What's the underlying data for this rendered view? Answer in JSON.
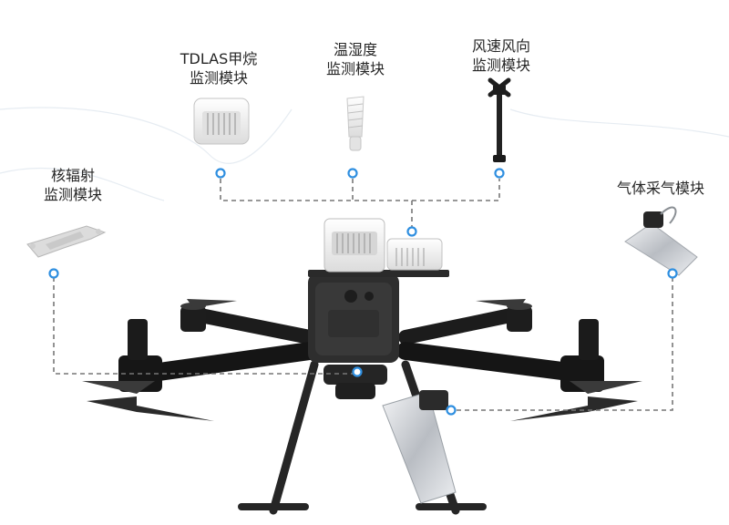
{
  "modules": [
    {
      "id": "tdlas",
      "line1": "TDLAS甲烷",
      "line2": "监测模块",
      "icon": "methane-sensor-icon"
    },
    {
      "id": "humidity",
      "line1": "温湿度",
      "line2": "监测模块",
      "icon": "thermo-hygrometer-icon"
    },
    {
      "id": "wind",
      "line1": "风速风向",
      "line2": "监测模块",
      "icon": "anemometer-icon"
    },
    {
      "id": "radiation",
      "line1": "核辐射",
      "line2": "监测模块",
      "icon": "radiation-sensor-icon"
    },
    {
      "id": "gas",
      "line1": "气体采气模块",
      "line2": "",
      "icon": "gas-sampling-bag-icon"
    }
  ],
  "colors": {
    "connector_line": "#777777",
    "connector_dot": "#2f8fe0",
    "drone_body": "#2e2e2e",
    "drone_arm": "#1f1f1f",
    "module_white": "#f2f2f2",
    "sample_bag": "#cfd2d6"
  }
}
